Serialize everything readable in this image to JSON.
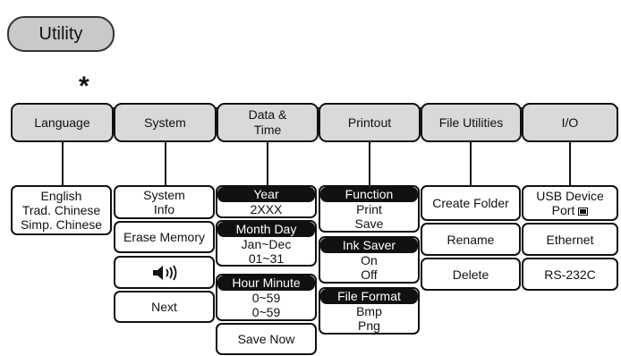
{
  "utility_button": "Utility",
  "asterisk": "*",
  "menu": {
    "language": "Language",
    "system": "System",
    "data_time": "Data &\nTime",
    "printout": "Printout",
    "file_utilities": "File Utilities",
    "io": "I/O"
  },
  "language": {
    "opt1": "English",
    "opt2": "Trad. Chinese",
    "opt3": "Simp. Chinese"
  },
  "system": {
    "info_line1": "System",
    "info_line2": "Info",
    "erase": "Erase Memory",
    "speaker_icon": "speaker-icon",
    "next": "Next"
  },
  "datetime": {
    "year_label": "Year",
    "year_value": "2XXX",
    "monthday_label": "Month Day",
    "month_range": "Jan~Dec",
    "day_range": "01~31",
    "hourminute_label": "Hour Minute",
    "hour_range": "0~59",
    "minute_range": "0~59",
    "save_now": "Save Now"
  },
  "printout": {
    "function_label": "Function",
    "print": "Print",
    "save": "Save",
    "ink_saver_label": "Ink Saver",
    "on": "On",
    "off": "Off",
    "file_format_label": "File Format",
    "bmp": "Bmp",
    "png": "Png"
  },
  "file_utilities": {
    "create_folder": "Create Folder",
    "rename": "Rename",
    "delete": "Delete"
  },
  "io": {
    "usb_line1": "USB Device",
    "usb_line2": "Port",
    "ethernet": "Ethernet",
    "rs232c": "RS-232C"
  }
}
